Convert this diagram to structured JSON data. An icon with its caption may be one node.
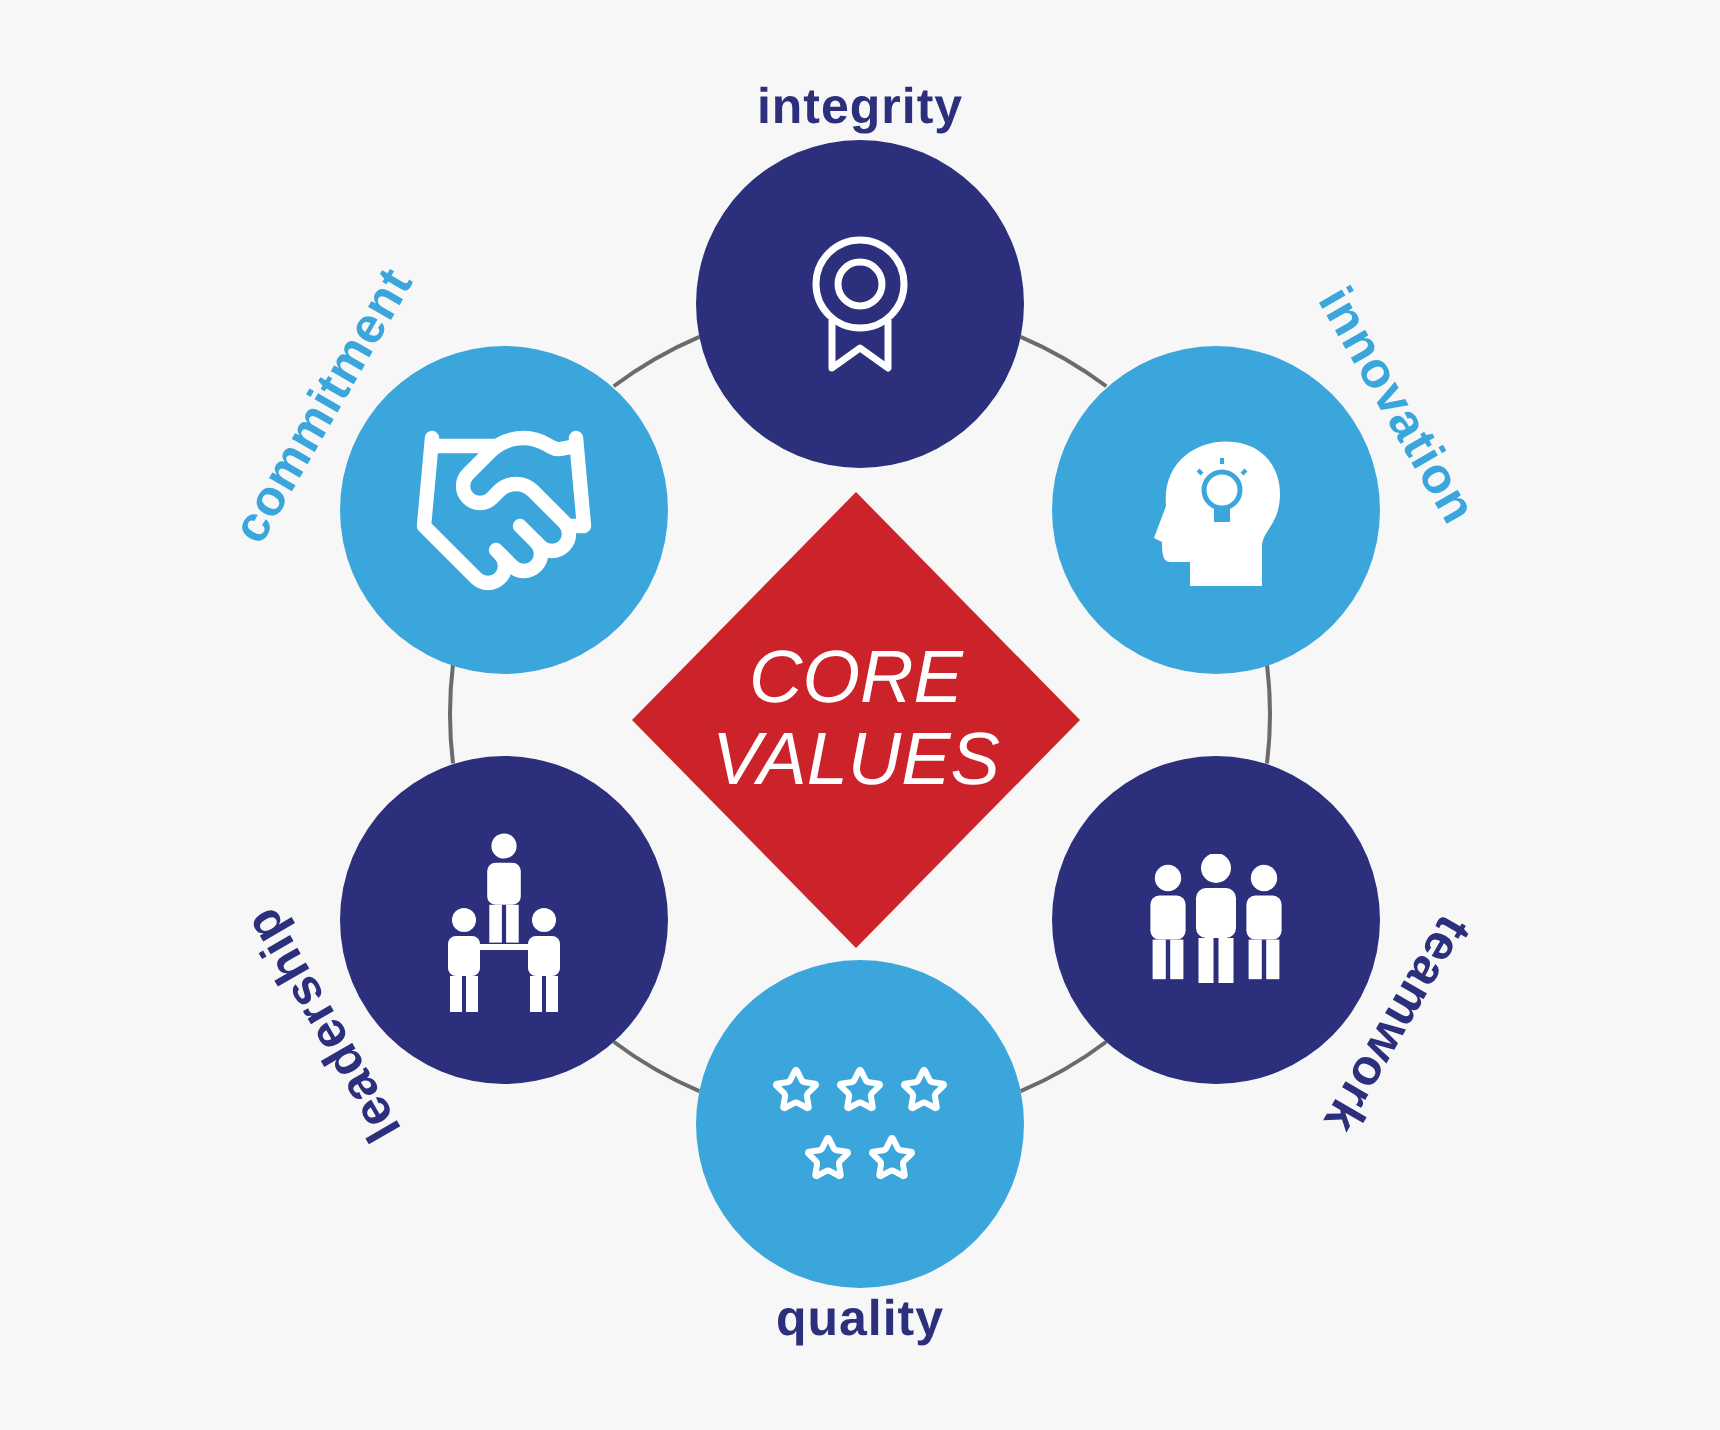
{
  "diagram": {
    "nodes": [
      {
        "text": [
          "CORE VALUES"
        ]
      },
      {
        "text": [
          "integrity"
        ]
      },
      {
        "text": [
          "innovation"
        ]
      },
      {
        "text": [
          "teamwork"
        ]
      },
      {
        "text": [
          "quality"
        ]
      },
      {
        "text": [
          "leadership"
        ]
      },
      {
        "text": [
          "commitment"
        ]
      }
    ],
    "edges": [
      {
        "from": 1,
        "to": 2,
        "arrow": "none"
      },
      {
        "from": 2,
        "to": 3,
        "arrow": "none"
      },
      {
        "from": 3,
        "to": 4,
        "arrow": "none"
      },
      {
        "from": 4,
        "to": 5,
        "arrow": "none"
      },
      {
        "from": 5,
        "to": 6,
        "arrow": "none"
      },
      {
        "from": 6,
        "to": 1,
        "arrow": "none"
      }
    ]
  }
}
